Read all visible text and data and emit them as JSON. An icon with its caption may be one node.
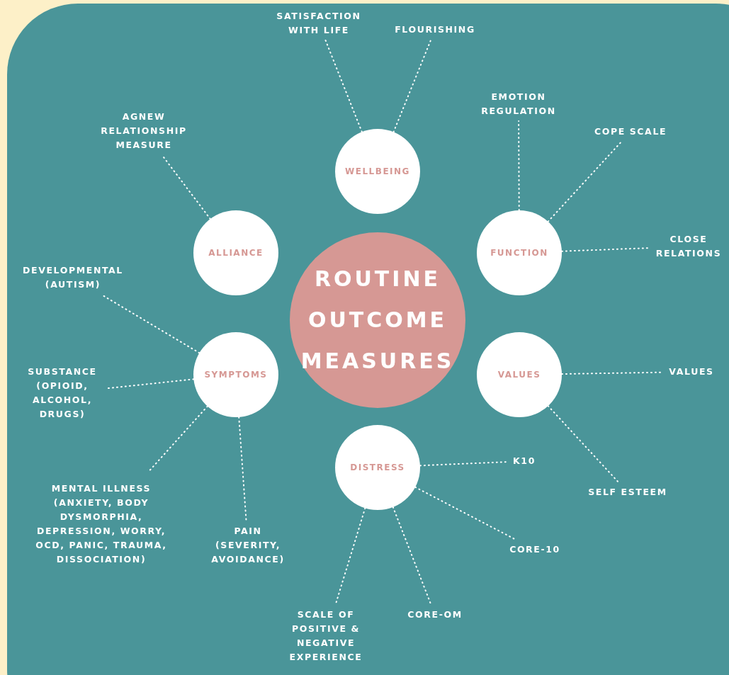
{
  "diagram": {
    "nodes": [
      {
        "text": [
          "ROUTINE OUTCOME MEASURES"
        ]
      },
      {
        "text": [
          "WELLBEING"
        ]
      },
      {
        "text": [
          "FUNCTION"
        ]
      },
      {
        "text": [
          "VALUES"
        ]
      },
      {
        "text": [
          "DISTRESS"
        ]
      },
      {
        "text": [
          "SYMPTOMS"
        ]
      },
      {
        "text": [
          "ALLIANCE"
        ]
      },
      {
        "text": [
          "SATISFACTION WITH LIFE"
        ]
      },
      {
        "text": [
          "FLOURISHING"
        ]
      },
      {
        "text": [
          "EMOTION REGULATION"
        ]
      },
      {
        "text": [
          "COPE SCALE"
        ]
      },
      {
        "text": [
          "CLOSE RELATIONS"
        ]
      },
      {
        "text": [
          "VALUES"
        ]
      },
      {
        "text": [
          "SELF ESTEEM"
        ]
      },
      {
        "text": [
          "K10"
        ]
      },
      {
        "text": [
          "CORE-10"
        ]
      },
      {
        "text": [
          "CORE-OM"
        ]
      },
      {
        "text": [
          "SCALE OF POSITIVE & NEGATIVE EXPERIENCE"
        ]
      },
      {
        "text": [
          "PAIN (SEVERITY, AVOIDANCE)"
        ]
      },
      {
        "text": [
          "MENTAL ILLNESS (ANXIETY, BODY DYSMORPHIA, DEPRESSION, WORRY, OCD, PANIC, TRAUMA, DISSOCIATION)"
        ]
      },
      {
        "text": [
          "SUBSTANCE (OPIOID, ALCOHOL, DRUGS)"
        ]
      },
      {
        "text": [
          "DEVELOPMENTAL (AUTISM)"
        ]
      },
      {
        "text": [
          "AGNEW RELATIONSHIP MEASURE"
        ]
      }
    ],
    "edges": [
      {
        "from": 1,
        "to": 7,
        "arrow": "none"
      },
      {
        "from": 1,
        "to": 8,
        "arrow": "none"
      },
      {
        "from": 2,
        "to": 9,
        "arrow": "none"
      },
      {
        "from": 2,
        "to": 10,
        "arrow": "none"
      },
      {
        "from": 2,
        "to": 11,
        "arrow": "none"
      },
      {
        "from": 3,
        "to": 12,
        "arrow": "none"
      },
      {
        "from": 3,
        "to": 13,
        "arrow": "none"
      },
      {
        "from": 4,
        "to": 14,
        "arrow": "none"
      },
      {
        "from": 4,
        "to": 15,
        "arrow": "none"
      },
      {
        "from": 4,
        "to": 16,
        "arrow": "none"
      },
      {
        "from": 4,
        "to": 17,
        "arrow": "none"
      },
      {
        "from": 5,
        "to": 18,
        "arrow": "none"
      },
      {
        "from": 5,
        "to": 19,
        "arrow": "none"
      },
      {
        "from": 5,
        "to": 20,
        "arrow": "none"
      },
      {
        "from": 5,
        "to": 21,
        "arrow": "none"
      },
      {
        "from": 6,
        "to": 22,
        "arrow": "none"
      }
    ]
  }
}
